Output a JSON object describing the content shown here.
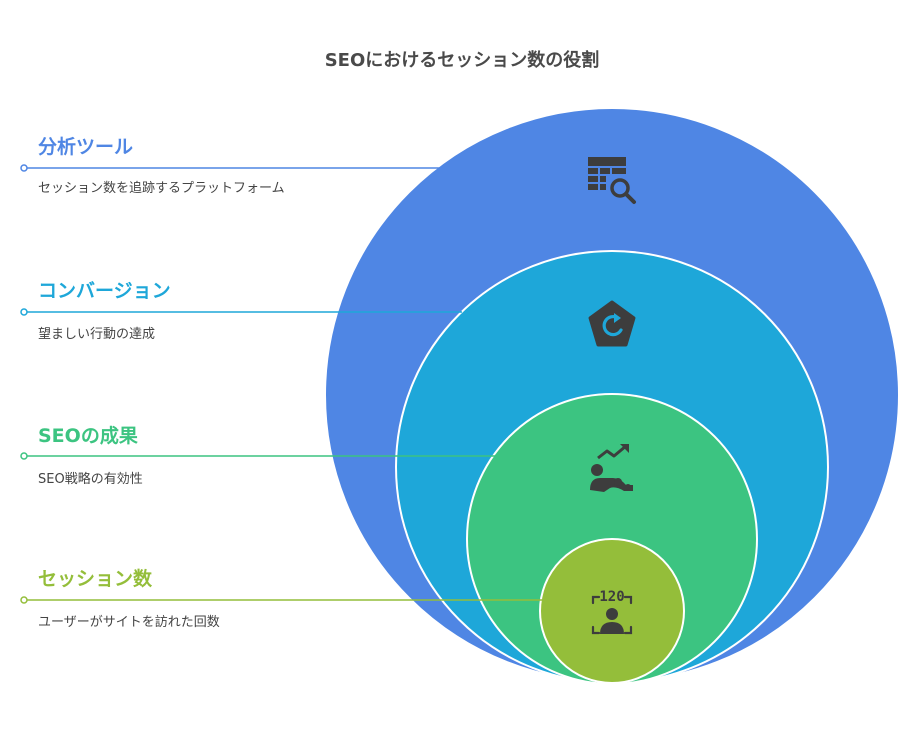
{
  "title": "SEOにおけるセッション数の役割",
  "colors": {
    "analytics": "#4F86E4",
    "conversion": "#1EA7D9",
    "seo_results": "#3CC481",
    "sessions": "#94BE3A",
    "icon": "#3d3d3d"
  },
  "layers": [
    {
      "key": "analytics",
      "label": "分析ツール",
      "description": "セッション数を追跡するプラットフォーム",
      "icon": "table-search-icon"
    },
    {
      "key": "conversion",
      "label": "コンバージョン",
      "description": "望ましい行動の達成",
      "icon": "refresh-pentagon-icon"
    },
    {
      "key": "seo_results",
      "label": "SEOの成果",
      "description": "SEO戦略の有効性",
      "icon": "growth-chart-person-icon"
    },
    {
      "key": "sessions",
      "label": "セッション数",
      "description": "ユーザーがサイトを訪れた回数",
      "icon": "visitor-counter-icon",
      "icon_text": "120"
    }
  ]
}
